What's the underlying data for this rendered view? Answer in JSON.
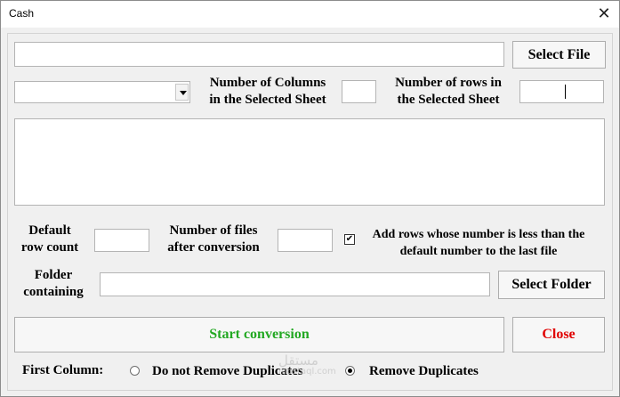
{
  "window": {
    "title": "Cash",
    "close_glyph": "✕"
  },
  "file_row": {
    "file_path_value": "",
    "select_file_label": "Select File"
  },
  "sheet_row": {
    "sheet_selected": "",
    "columns_label_1": "Number of Columns",
    "columns_label_2": "in the Selected Sheet",
    "columns_value": "",
    "rows_label_1": "Number of rows in",
    "rows_label_2": "the Selected Sheet",
    "rows_value": ""
  },
  "output_area": {
    "value": ""
  },
  "options_row": {
    "default_label_1": "Default",
    "default_label_2": "row count",
    "default_value": "",
    "files_label_1": "Number of files",
    "files_label_2": "after conversion",
    "files_value": "",
    "add_rows_checked": true,
    "add_rows_label_1": "Add rows whose number is less than the",
    "add_rows_label_2": "default number to the last file"
  },
  "folder_row": {
    "label_1": "Folder",
    "label_2": "containing",
    "path_value": "",
    "select_folder_label": "Select Folder"
  },
  "actions": {
    "start_label": "Start conversion",
    "start_color": "#22a822",
    "close_label": "Close",
    "close_color": "#e00000"
  },
  "first_column": {
    "label": "First Column:",
    "options": [
      "Do not Remove Duplicates",
      "Remove Duplicates"
    ],
    "selected": "Remove Duplicates"
  },
  "watermark": {
    "text": "مستقل",
    "subtext": "mostaql.com"
  }
}
